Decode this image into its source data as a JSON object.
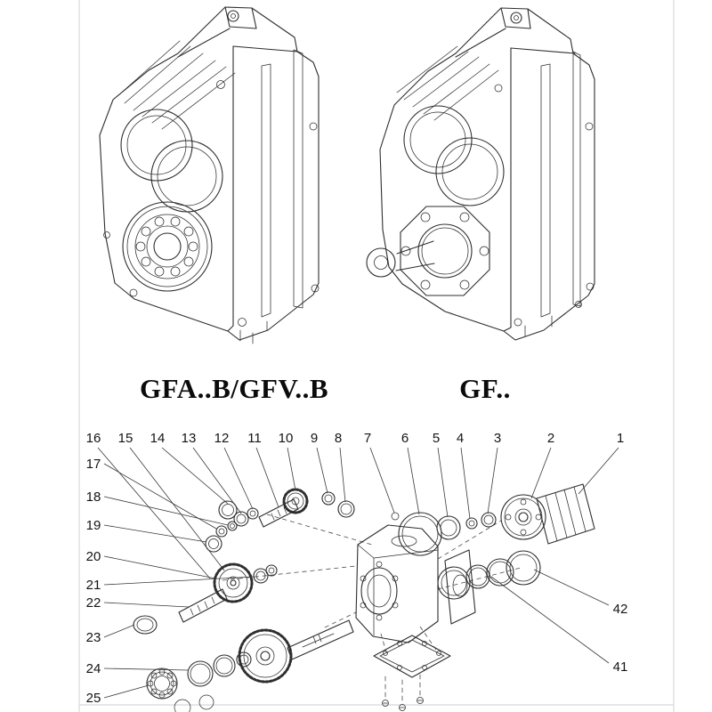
{
  "captions": {
    "left_model": "GFA..B/GFV..B",
    "right_model": "GF.."
  },
  "exploded_parts": {
    "top_row_labels": [
      "16",
      "15",
      "14",
      "13",
      "12",
      "11",
      "10",
      "9",
      "8",
      "7",
      "6",
      "5",
      "4",
      "3",
      "2",
      "1"
    ],
    "left_column_labels": [
      "17",
      "18",
      "19",
      "20",
      "21",
      "22",
      "23",
      "24",
      "25"
    ],
    "right_column_labels": [
      "42",
      "41"
    ]
  },
  "colors": {
    "line": "#2e2e2e",
    "background": "#ffffff"
  }
}
